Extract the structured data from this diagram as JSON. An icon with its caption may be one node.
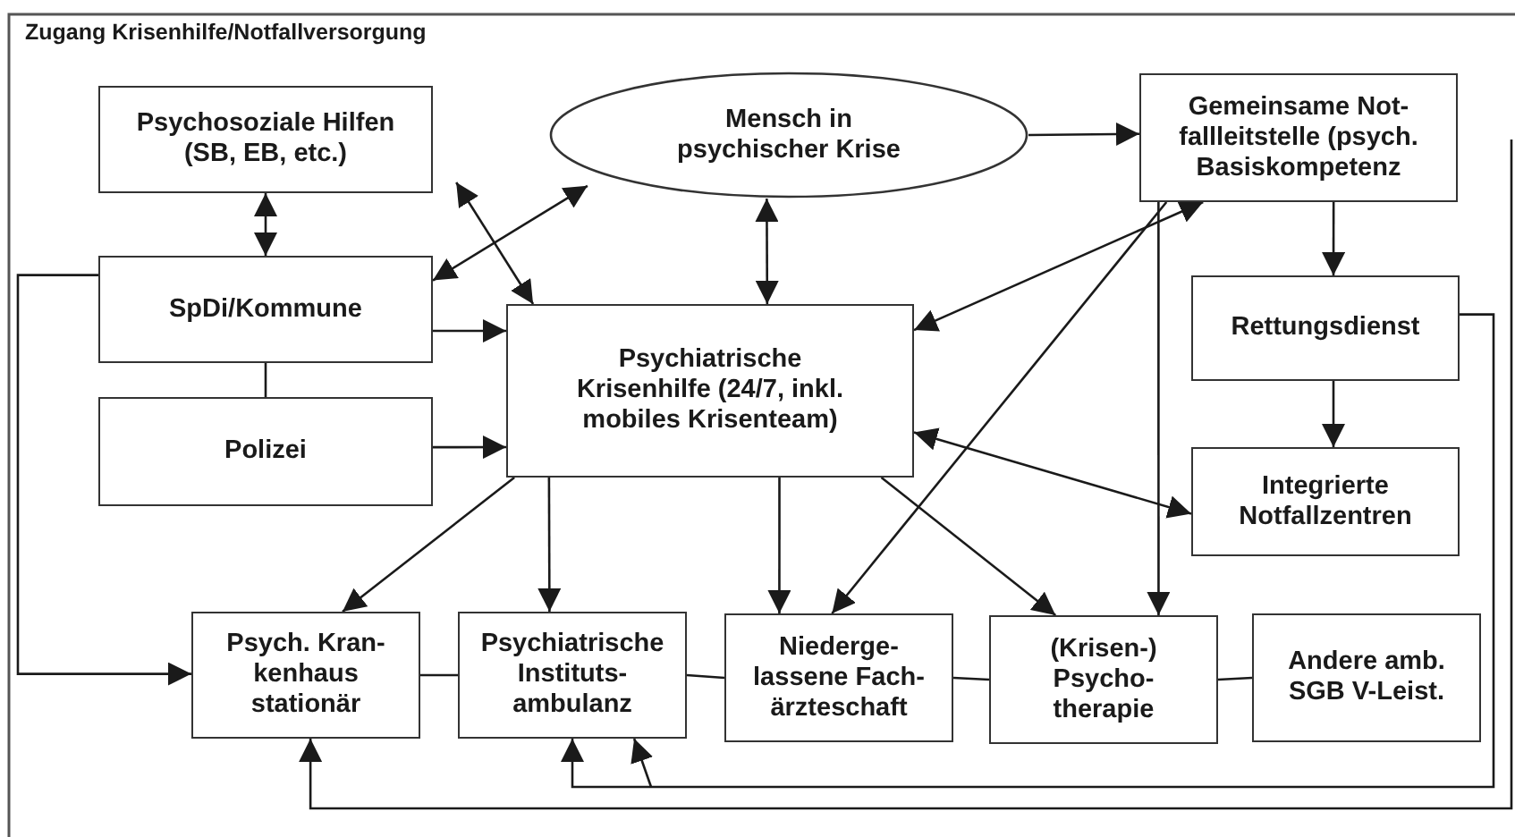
{
  "diagram": {
    "title": "Zugang Krisenhilfe/Notfallversorgung",
    "nodes": [
      {
        "text": [
          "Psychosoziale Hilfen (SB, EB, etc.)"
        ]
      },
      {
        "text": [
          "Mensch in psychischer Krise"
        ]
      },
      {
        "text": [
          "Gemeinsame Not- fallleitstelle (psych. Basiskompetenz"
        ]
      },
      {
        "text": [
          "SpDi/Kommune"
        ]
      },
      {
        "text": [
          "Psychiatrische Krisenhilfe (24/7, inkl. mobiles Krisenteam)"
        ]
      },
      {
        "text": [
          "Rettungsdienst"
        ]
      },
      {
        "text": [
          "Polizei"
        ]
      },
      {
        "text": [
          "Integrierte Notfallzentren"
        ]
      },
      {
        "text": [
          "Psych. Kran- kenhaus stationär"
        ]
      },
      {
        "text": [
          "Psychiatrische Instituts- ambulanz"
        ]
      },
      {
        "text": [
          "Niederge- lassene Fach- ärzteschaft"
        ]
      },
      {
        "text": [
          "(Krisen-) Psycho- therapie"
        ]
      },
      {
        "text": [
          "Andere amb. SGB V-Leist."
        ]
      }
    ],
    "edges": [
      {
        "from": 0,
        "to": 3,
        "arrow": "both"
      },
      {
        "from": 3,
        "to": 1,
        "arrow": "both"
      },
      {
        "from": 0,
        "to": 4,
        "arrow": "both"
      },
      {
        "from": 1,
        "to": 4,
        "arrow": "both"
      },
      {
        "from": 1,
        "to": 2,
        "arrow": "to"
      },
      {
        "from": 2,
        "to": 4,
        "arrow": "both"
      },
      {
        "from": 2,
        "to": 10,
        "arrow": "to"
      },
      {
        "from": 2,
        "to": 11,
        "arrow": "to"
      },
      {
        "from": 2,
        "to": 5,
        "arrow": "to"
      },
      {
        "from": 5,
        "to": 7,
        "arrow": "to"
      },
      {
        "from": 3,
        "to": 6,
        "arrow": "none"
      },
      {
        "from": 3,
        "to": 4,
        "arrow": "to"
      },
      {
        "from": 6,
        "to": 4,
        "arrow": "to"
      },
      {
        "from": 4,
        "to": 7,
        "arrow": "both"
      },
      {
        "from": 4,
        "to": 8,
        "arrow": "to"
      },
      {
        "from": 4,
        "to": 9,
        "arrow": "to"
      },
      {
        "from": 4,
        "to": 10,
        "arrow": "to"
      },
      {
        "from": 4,
        "to": 11,
        "arrow": "to"
      },
      {
        "from": 3,
        "to": 8,
        "arrow": "to"
      },
      {
        "from": 8,
        "to": 9,
        "arrow": "none"
      },
      {
        "from": 9,
        "to": 10,
        "arrow": "none"
      },
      {
        "from": 10,
        "to": 11,
        "arrow": "none"
      },
      {
        "from": 11,
        "to": 12,
        "arrow": "none"
      },
      {
        "from": 5,
        "to": 9,
        "arrow": "to"
      },
      {
        "from": null,
        "to": 9,
        "arrow": "to"
      },
      {
        "from": null,
        "to": 8,
        "arrow": "to"
      }
    ]
  }
}
